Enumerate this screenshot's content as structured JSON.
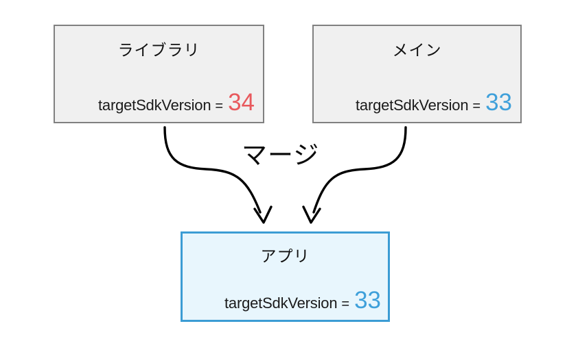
{
  "diagram": {
    "title_semantic": "manifest-merge-targetsdkversion",
    "background_color": "#ffffff",
    "merge_label": "マージ",
    "arrow_color": "#000000",
    "nodes": [
      {
        "id": "library",
        "title": "ライブラリ",
        "property_key": "targetSdkVersion",
        "equals": "=",
        "property_value": "34",
        "value_color": "#e8595d",
        "fill_color": "#f0f0f0",
        "border_color": "#808080"
      },
      {
        "id": "main",
        "title": "メイン",
        "property_key": "targetSdkVersion",
        "equals": "=",
        "property_value": "33",
        "value_color": "#3fa0da",
        "fill_color": "#f0f0f0",
        "border_color": "#808080"
      },
      {
        "id": "app",
        "title": "アプリ",
        "property_key": "targetSdkVersion",
        "equals": "=",
        "property_value": "33",
        "value_color": "#3fa0da",
        "fill_color": "#e8f6fd",
        "border_color": "#3b9cd4"
      }
    ],
    "edges": [
      {
        "from": "library",
        "to": "app",
        "style": "curved-arrow"
      },
      {
        "from": "main",
        "to": "app",
        "style": "curved-arrow"
      }
    ]
  }
}
